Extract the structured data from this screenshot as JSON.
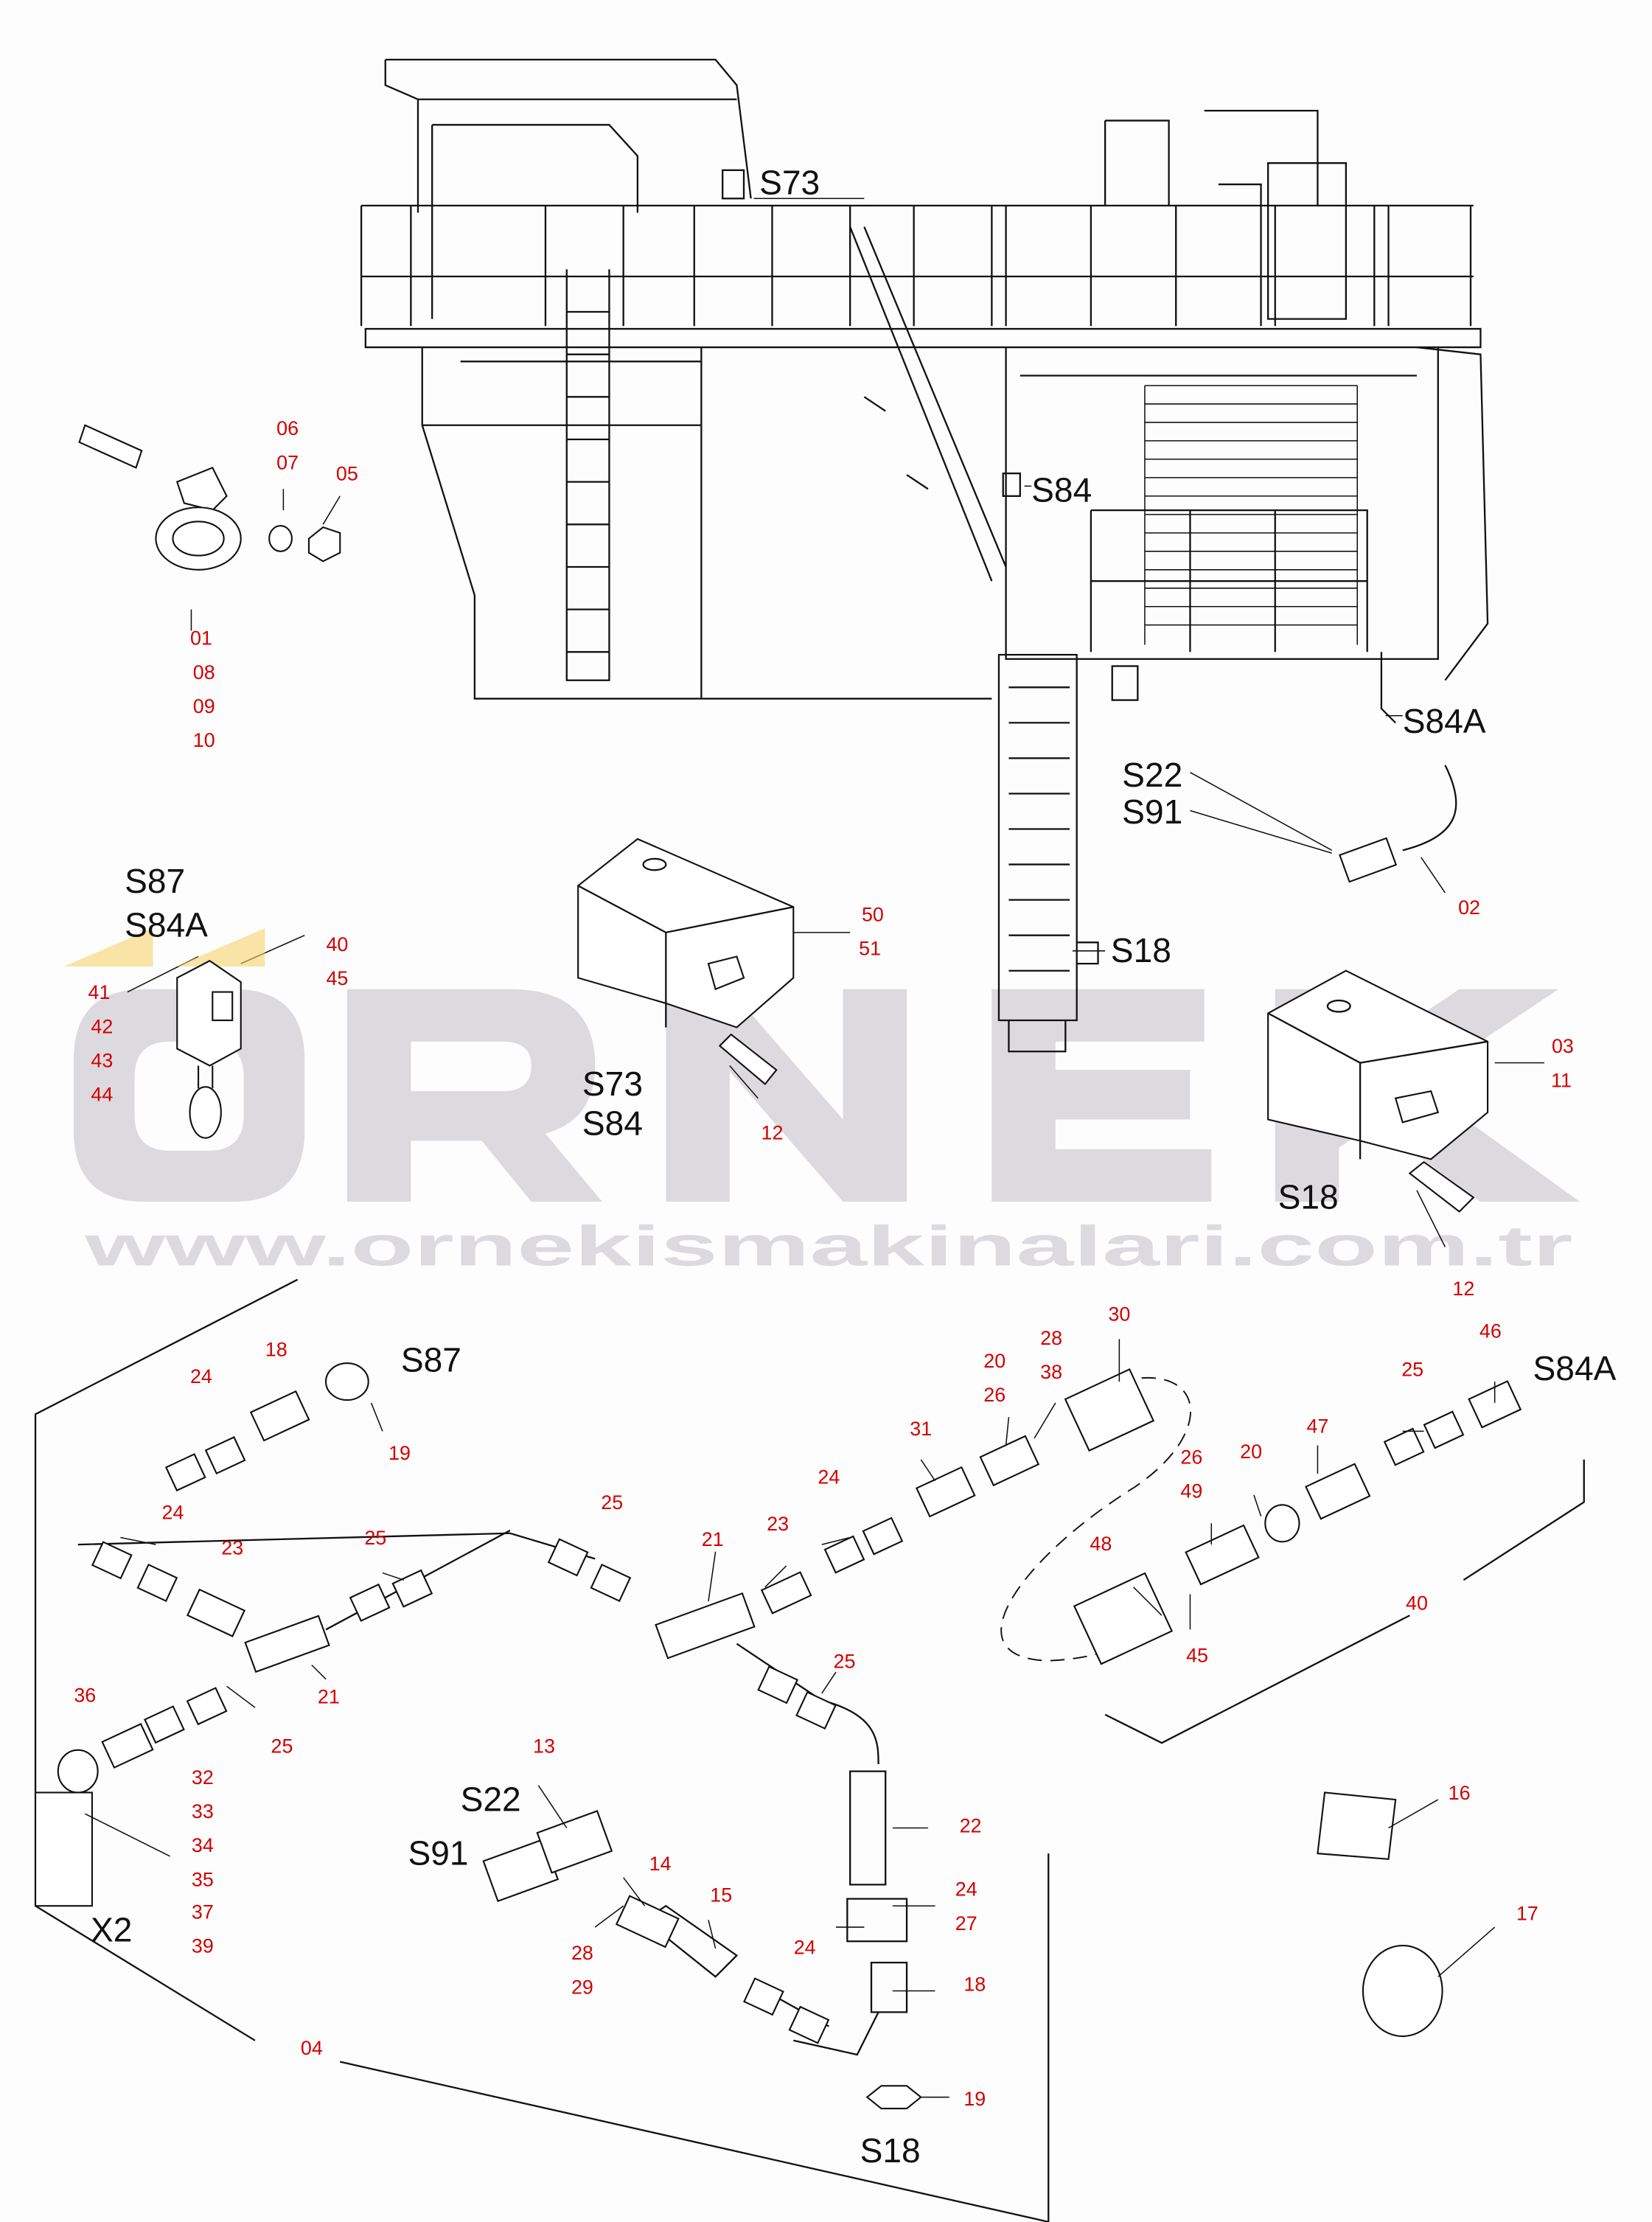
{
  "watermark": {
    "brand": "ORNEK",
    "url": "www.ornekismakinalari.com.tr"
  },
  "callouts": {
    "top": [
      "S73",
      "S84",
      "S84A",
      "S22",
      "S91",
      "S18"
    ],
    "clamp": [
      "06",
      "07",
      "05",
      "01",
      "08",
      "09",
      "10"
    ],
    "switch": {
      "codes": [
        "S87",
        "S84A"
      ],
      "parts": [
        "40",
        "45",
        "41",
        "42",
        "43",
        "44"
      ]
    },
    "cover1": {
      "parts": [
        "50",
        "51",
        "12"
      ],
      "codes": [
        "S73",
        "S84"
      ]
    },
    "sensor": [
      "02"
    ],
    "cover2": {
      "parts": [
        "03",
        "11",
        "12"
      ],
      "code": "S18"
    },
    "harness": {
      "codes": [
        "S87",
        "S84A",
        "S22",
        "S91",
        "X2",
        "S18"
      ],
      "parts_left": [
        "18",
        "24",
        "19",
        "24",
        "23",
        "25",
        "21",
        "36",
        "25",
        "32",
        "33",
        "34",
        "35",
        "37",
        "39",
        "04"
      ],
      "parts_mid": [
        "25",
        "21",
        "23",
        "24",
        "31",
        "20",
        "26",
        "28",
        "38",
        "30"
      ],
      "parts_right": [
        "46",
        "25",
        "47",
        "26",
        "20",
        "49",
        "48",
        "45",
        "40"
      ],
      "parts_bottom": [
        "25",
        "13",
        "14",
        "15",
        "22",
        "24",
        "27",
        "24",
        "18",
        "28",
        "29",
        "19"
      ],
      "misc": [
        "16",
        "17"
      ]
    }
  }
}
